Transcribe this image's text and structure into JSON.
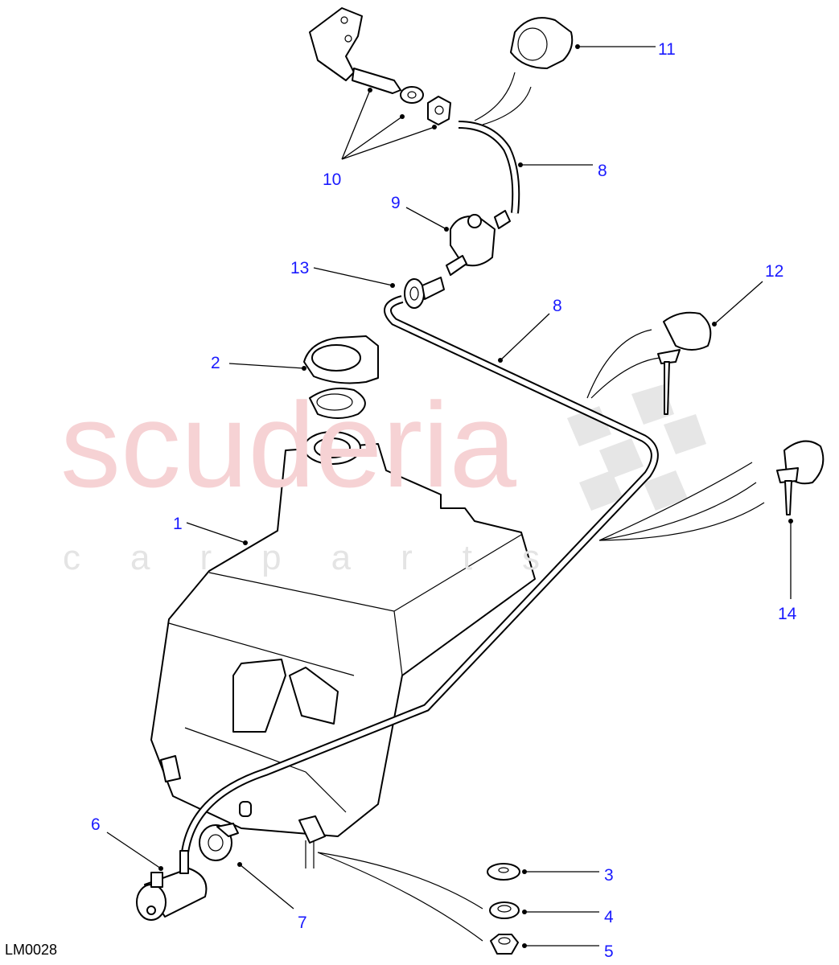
{
  "diagram": {
    "reference": "LM0028",
    "watermark": {
      "line1": "scuderia",
      "line2": "carparts"
    },
    "callout_color": "#1a1aff",
    "callouts": [
      "1",
      "2",
      "3",
      "4",
      "5",
      "6",
      "7",
      "8",
      "8",
      "9",
      "10",
      "11",
      "12",
      "13",
      "14"
    ]
  }
}
